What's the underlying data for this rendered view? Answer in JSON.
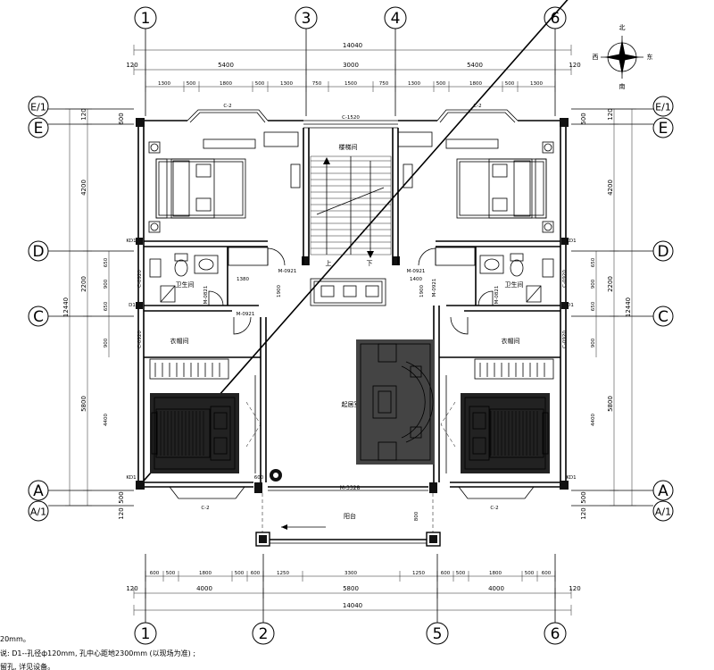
{
  "axes_top": [
    "1",
    "3",
    "4",
    "6"
  ],
  "axes_bottom": [
    "1",
    "2",
    "5",
    "6"
  ],
  "axes_left": [
    "E/1",
    "E",
    "D",
    "C",
    "A",
    "A/1"
  ],
  "compass": {
    "north": "北",
    "south": "南",
    "east": "东",
    "west": "西"
  },
  "dims_top": {
    "total": "14040",
    "outer": [
      "120",
      "120"
    ],
    "main": [
      "5400",
      "3000",
      "5400"
    ],
    "detail": [
      "1300",
      "500",
      "1800",
      "500",
      "1300",
      "750",
      "1500",
      "750",
      "1300",
      "500",
      "1800",
      "500",
      "1300"
    ]
  },
  "dims_bottom": {
    "total": "14040",
    "outer": [
      "120",
      "120"
    ],
    "main": [
      "4000",
      "5800",
      "4000"
    ],
    "detail": [
      "600",
      "500",
      "1800",
      "500",
      "600",
      "1250",
      "3300",
      "1250",
      "600",
      "500",
      "1800",
      "500",
      "600"
    ]
  },
  "dims_left": {
    "rows": [
      "120",
      "600",
      "4200",
      "2200",
      "5800",
      "500",
      "120"
    ],
    "total": "12440"
  },
  "dims_right": {
    "rows": [
      "120",
      "500",
      "4200",
      "2200",
      "5800",
      "500",
      "120"
    ],
    "total": "12440"
  },
  "dims_small": [
    "650",
    "900",
    "650",
    "900",
    "650",
    "900",
    "650",
    "900",
    "4400",
    "4400",
    "1380",
    "1900",
    "1900",
    "1400",
    "600",
    "800"
  ],
  "rooms": {
    "stair": "楼梯间",
    "stair_up": "上",
    "stair_down": "下",
    "bath_left": "卫生间",
    "bath_right": "卫生间",
    "closet_left": "衣帽间",
    "closet_right": "衣帽间",
    "lounge": "起居室",
    "balcony": "阳台"
  },
  "openings": {
    "c2_top_left": "C-2",
    "c2_top_right": "C-2",
    "c1520": "C-1520",
    "c2_bottom_left": "C-2",
    "c2_bottom_right": "C-2",
    "m3328": "M-3328",
    "m0921_a": "M-0921",
    "m0921_b": "M-0921",
    "m0921_c": "M-0921",
    "m0921_d": "M-0921",
    "m0821_a": "M-0821",
    "m0821_b": "M-0821",
    "c0920_a": "C-0920",
    "c0920_b": "C-0920",
    "c0920_c": "C-0920",
    "c0920_d": "C-0920",
    "kd1_a": "KD1",
    "kd1_b": "KD1",
    "kd1_c": "KD1",
    "kd1_d": "KD1",
    "d1_a": "D1",
    "d1_b": "D1"
  },
  "notes": [
    "20mm。",
    "说: D1--孔径ф120mm, 孔中心距地2300mm (以现场为准) ;",
    "留孔, 详见设备。"
  ]
}
